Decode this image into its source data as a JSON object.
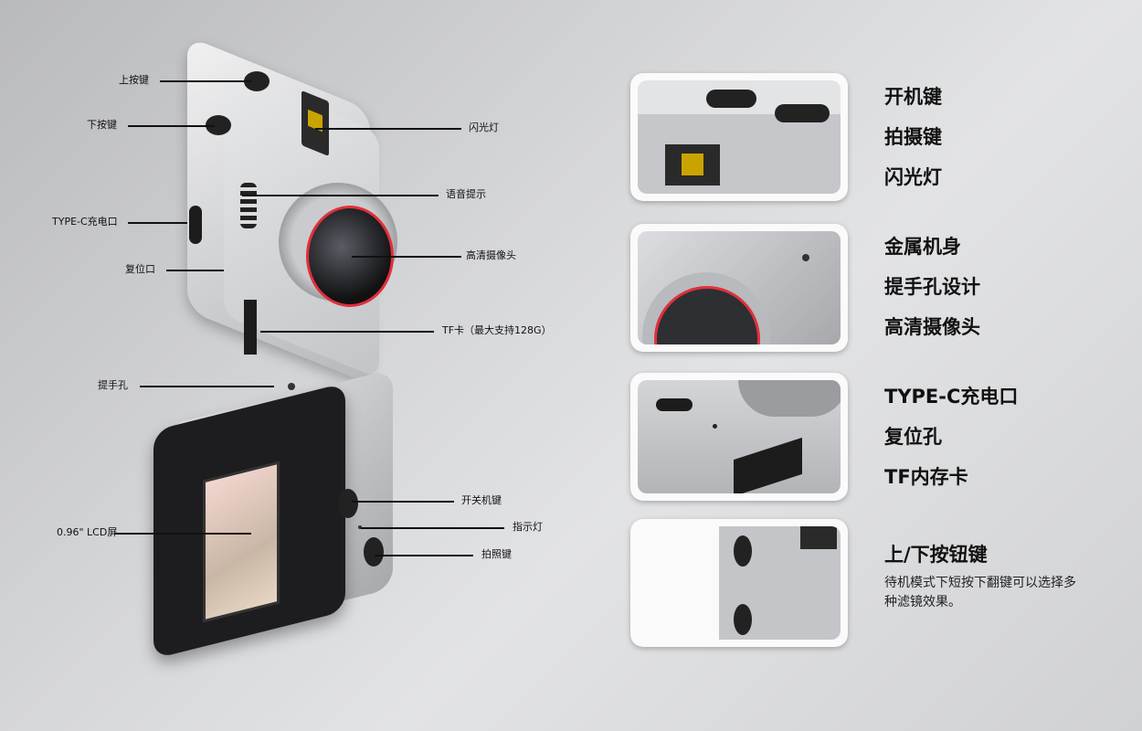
{
  "callouts": {
    "up_button": "上按键",
    "down_button": "下按键",
    "flash": "闪光灯",
    "voice_prompt": "语音提示",
    "typec_port": "TYPE-C充电口",
    "reset_port": "复位口",
    "hd_camera": "高清摄像头",
    "tf_card": "TF卡（最大支持128G）",
    "lanyard_hole": "提手孔",
    "power_button": "开关机键",
    "indicator": "指示灯",
    "shutter_button": "拍照键",
    "lcd": "0.96\" LCD屏"
  },
  "features": [
    {
      "lines": [
        "开机键",
        "拍摄键",
        "闪光灯"
      ]
    },
    {
      "lines": [
        "金属机身",
        "提手孔设计",
        "高清摄像头"
      ]
    },
    {
      "lines": [
        "TYPE-C充电口",
        "复位孔",
        "TF内存卡"
      ]
    },
    {
      "title": "上/下按钮键",
      "description": "待机模式下短按下翻键可以选择多种滤镜效果。"
    }
  ],
  "colors": {
    "lens_ring": "#e0303a",
    "body": "#c9cbce",
    "flash": "#c9a400"
  }
}
